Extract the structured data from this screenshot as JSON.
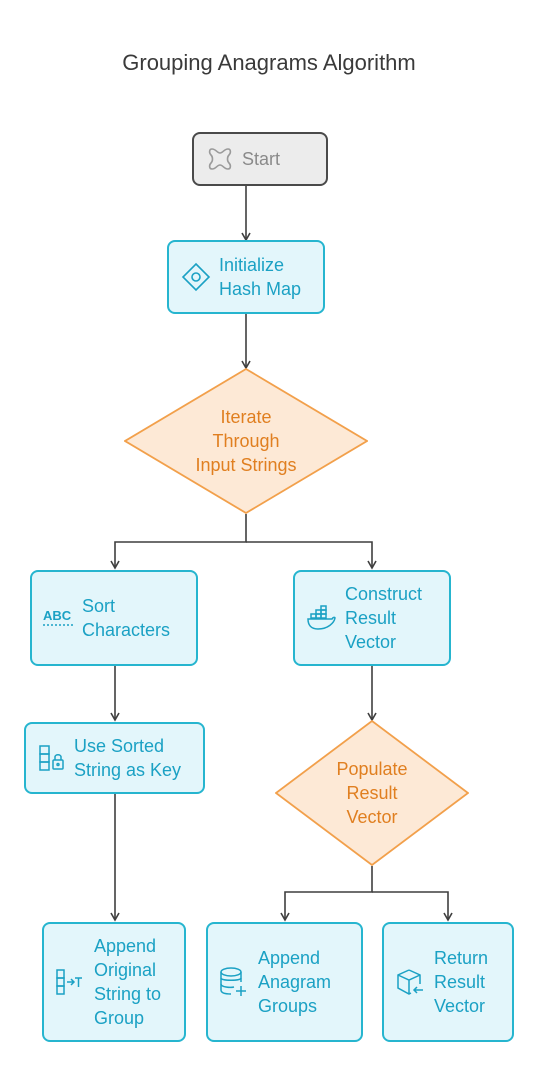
{
  "title": "Grouping Anagrams Algorithm",
  "colors": {
    "box_border": "#26b5cf",
    "box_fill": "#e3f6fb",
    "box_text": "#1ba1c4",
    "decision_border": "#f2a04b",
    "decision_fill": "#fde9d6",
    "decision_text": "#e07f20",
    "start_border": "#4a4a4a",
    "start_fill": "#ececec",
    "start_text": "#8a8a8a",
    "edge": "#3f3f3f"
  },
  "nodes": {
    "start": {
      "label": "Start",
      "icon": "start-icon"
    },
    "init": {
      "label": "Initialize\nHash Map",
      "icon": "hash-map-icon"
    },
    "iterate": {
      "label": "Iterate\nThrough\nInput Strings"
    },
    "sort": {
      "label": "Sort\nCharacters",
      "icon": "abc-sort-icon"
    },
    "construct": {
      "label": "Construct\nResult\nVector",
      "icon": "container-icon"
    },
    "usekey": {
      "label": "Use Sorted\nString as Key",
      "icon": "key-lock-icon"
    },
    "populate": {
      "label": "Populate\nResult\nVector"
    },
    "appendorig": {
      "label": "Append\nOriginal\nString to\nGroup",
      "icon": "append-text-icon"
    },
    "appendgroups": {
      "label": "Append\nAnagram\nGroups",
      "icon": "database-add-icon"
    },
    "return": {
      "label": "Return\nResult\nVector",
      "icon": "return-box-icon"
    }
  },
  "edges": [
    {
      "from": "start",
      "to": "init"
    },
    {
      "from": "init",
      "to": "iterate"
    },
    {
      "from": "iterate",
      "to": "sort"
    },
    {
      "from": "iterate",
      "to": "construct"
    },
    {
      "from": "sort",
      "to": "usekey"
    },
    {
      "from": "usekey",
      "to": "appendorig"
    },
    {
      "from": "construct",
      "to": "populate"
    },
    {
      "from": "populate",
      "to": "appendgroups"
    },
    {
      "from": "populate",
      "to": "return"
    }
  ]
}
